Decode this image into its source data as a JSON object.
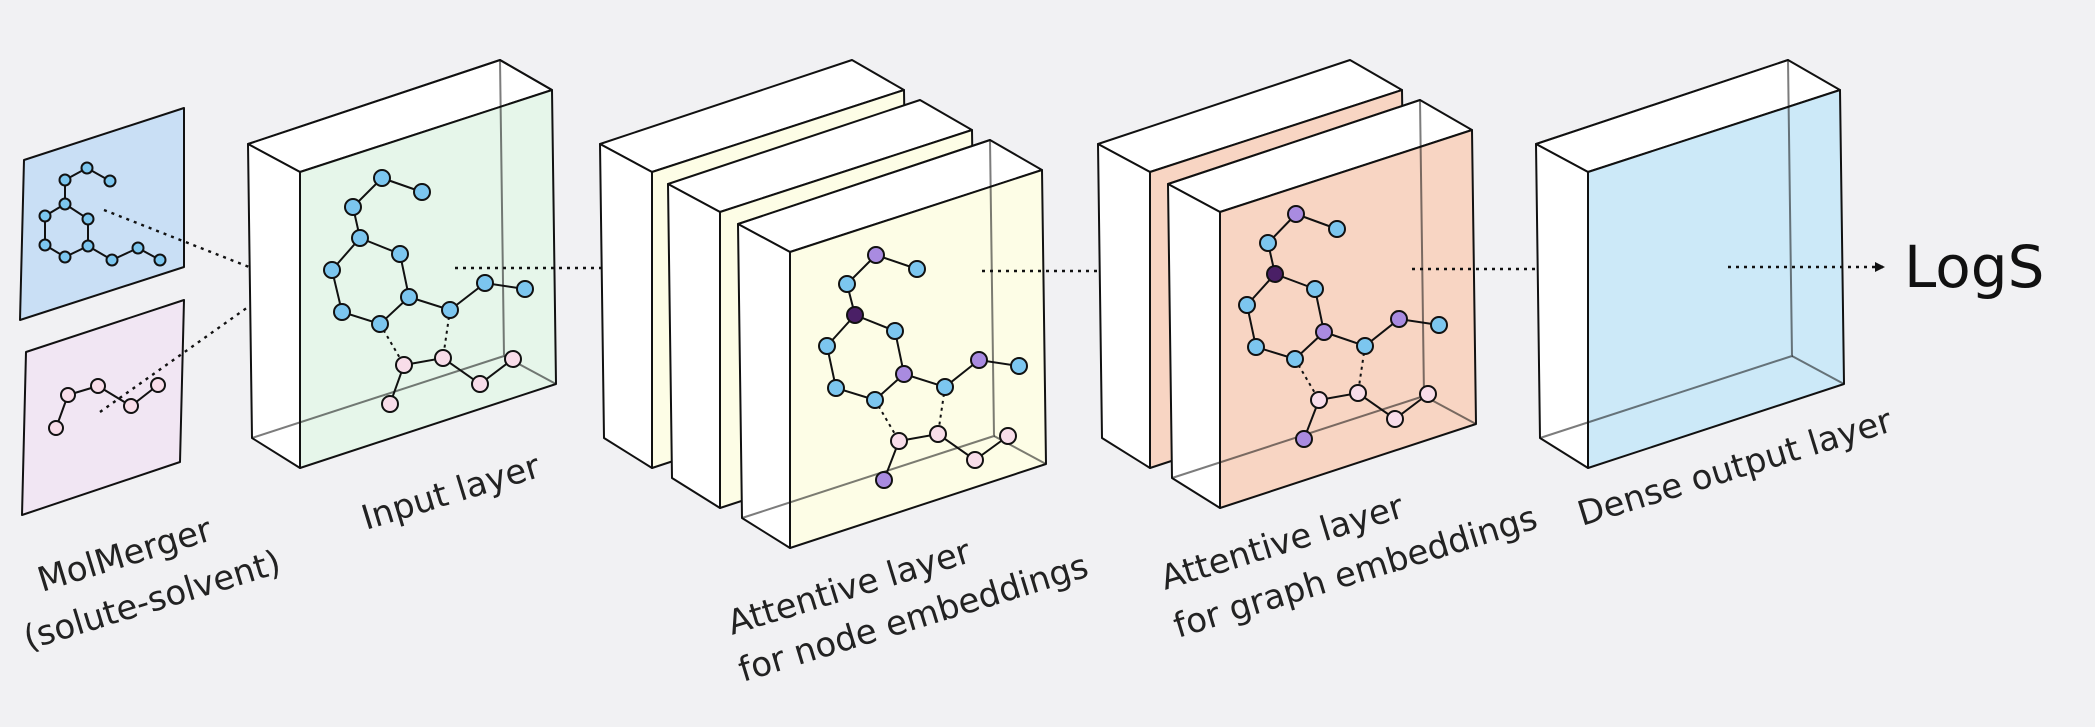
{
  "labels": {
    "merger_line1": "MolMerger",
    "merger_line2": "(solute-solvent)",
    "input_layer": "Input layer",
    "node_line1": "Attentive layer",
    "node_line2": "for node embeddings",
    "graph_line1": "Attentive layer",
    "graph_line2": "for graph embeddings",
    "dense_layer": "Dense output layer",
    "output": "LogS"
  },
  "colors": {
    "background": "#f1f1f3",
    "solute_panel": "#c9dff5",
    "solvent_panel": "#f1e6f3",
    "input_face": "#e6f6ea",
    "input_side": "#dbefe1",
    "node_face": "#fdfde6",
    "node_side": "#f2f1dc",
    "graph_face": "#f8d5c3",
    "graph_side": "#f0c8b4",
    "dense_face": "#cce9f8",
    "dense_side": "#bde0f3",
    "atom_blue": "#7cc6ef",
    "atom_pink": "#f8dde9",
    "atom_purple": "#a98be0",
    "atom_dark": "#4a1f66"
  }
}
